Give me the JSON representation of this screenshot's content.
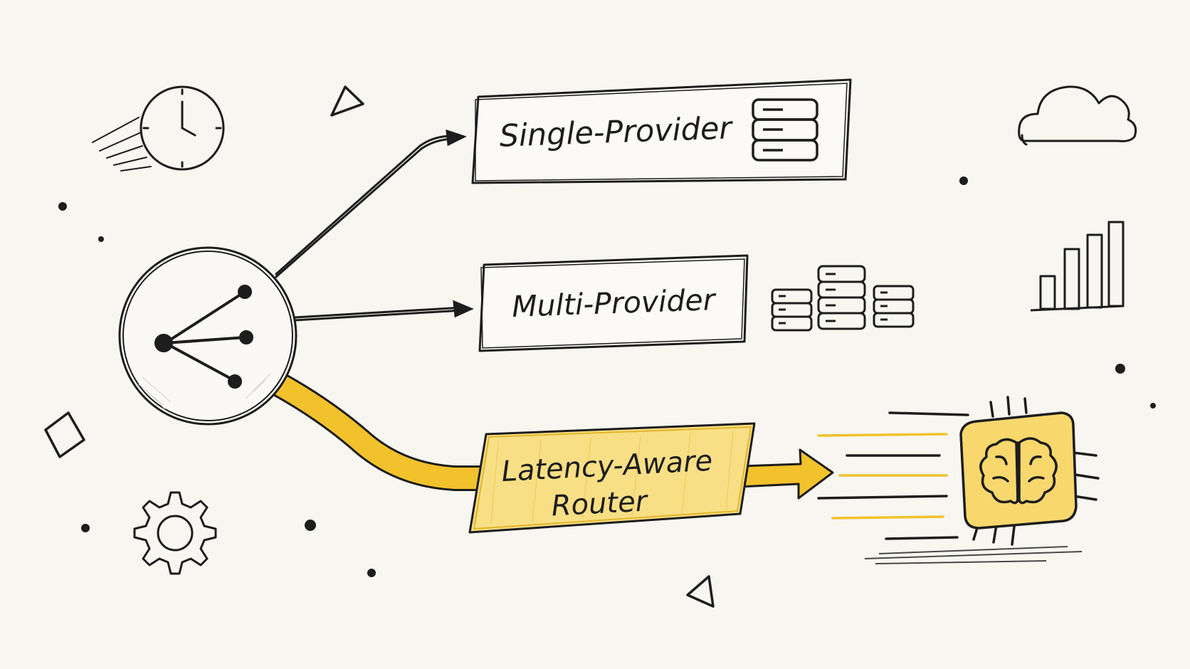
{
  "diagram": {
    "options": [
      {
        "id": "single",
        "label": "Single-Provider",
        "icon": "server-stack-icon",
        "highlighted": false
      },
      {
        "id": "multi",
        "label": "Multi-Provider",
        "icon": "multi-server-icon",
        "highlighted": false
      },
      {
        "id": "latency",
        "label_lines": [
          "Latency-Aware",
          "Router"
        ],
        "icon": "ai-chip-brain-icon",
        "highlighted": true
      }
    ],
    "hub_icon": "branch-fork-icon",
    "decorations": [
      "clock-icon",
      "gear-icon",
      "cloud-icon",
      "bar-chart-icon",
      "triangle-icon",
      "diamond-icon",
      "dot"
    ]
  },
  "colors": {
    "ink": "#1d1d1d",
    "accent": "#f2c22c",
    "accent_fill": "#f8df85",
    "background": "#f7f6f1"
  }
}
